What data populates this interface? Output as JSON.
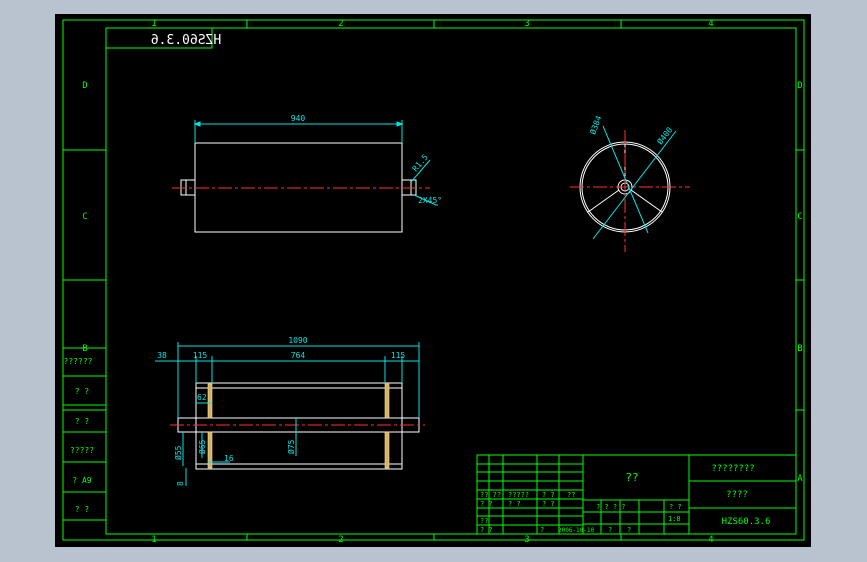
{
  "colors": {
    "background_outer": "#b9c3cf",
    "canvas": "#000000",
    "frame": "#00ff00",
    "outline": "#ffffff",
    "dimension": "#00e5e5",
    "centerline": "#ff3030"
  },
  "drawing_code_stamp": "HZS60.3.6",
  "zone_columns_top": [
    "1",
    "2",
    "3",
    "4"
  ],
  "zone_columns_bottom": [
    "1",
    "2",
    "3",
    "4"
  ],
  "zone_rows_left": [
    "D",
    "C",
    "B"
  ],
  "zone_rows_right": [
    "D",
    "C",
    "B",
    "A"
  ],
  "side_table": [
    "??????",
    "?  ?",
    "?  ?",
    "?????",
    "? A9",
    "?  ?"
  ],
  "front_view": {
    "length_dim": "940",
    "radius_note": "R1.5",
    "chamfer_note": "2X45°"
  },
  "end_view": {
    "inner_diameter": "Ø384",
    "outer_diameter": "Ø400"
  },
  "section_view": {
    "total_length": "1090",
    "left_stub": "38",
    "left_offset": "115",
    "body_length": "764",
    "right_offset": "115",
    "hub_width": "62",
    "bearing_dia": "Ø65",
    "shaft_dia": "Ø55",
    "core_dia": "Ø75",
    "plate_thickness": "16",
    "side_gap": "8"
  },
  "title_block": {
    "title": "??",
    "company": "????????",
    "material": "????",
    "drawing_number": "HZS60.3.6",
    "scale": "1:8",
    "date": "2006-10-10",
    "small_labels": [
      "?? ??",
      "?????",
      "?  ?",
      "??",
      "?  ?",
      "?  ?",
      "?  ?",
      "??",
      "?  ?",
      "?",
      "?",
      "?",
      "?  ?  ?  ?",
      "?  ?"
    ]
  }
}
